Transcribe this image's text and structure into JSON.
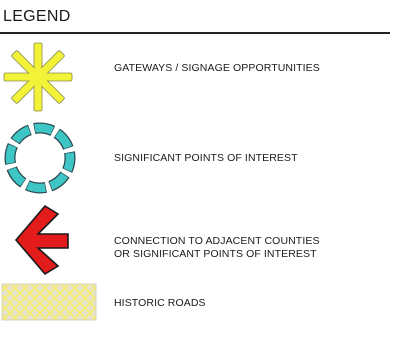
{
  "legend": {
    "title": "LEGEND",
    "items": [
      {
        "symbol": "yellow-asterisk-icon",
        "label": "GATEWAYS / SIGNAGE OPPORTUNITIES"
      },
      {
        "symbol": "dashed-teal-circle-icon",
        "label": "SIGNIFICANT POINTS OF INTEREST"
      },
      {
        "symbol": "red-arrow-icon",
        "label_lines": [
          "CONNECTION TO ADJACENT COUNTIES",
          "OR SIGNIFICANT POINTS OF INTEREST"
        ]
      },
      {
        "symbol": "historic-road-pattern-icon",
        "label": "HISTORIC ROADS"
      }
    ]
  },
  "colors": {
    "gateway_fill": "#f2f237",
    "points_fill": "#3ec6c6",
    "arrow_fill": "#e41b1b",
    "road_fill": "#e6e3cf",
    "road_pattern": "#f6ed6a"
  }
}
